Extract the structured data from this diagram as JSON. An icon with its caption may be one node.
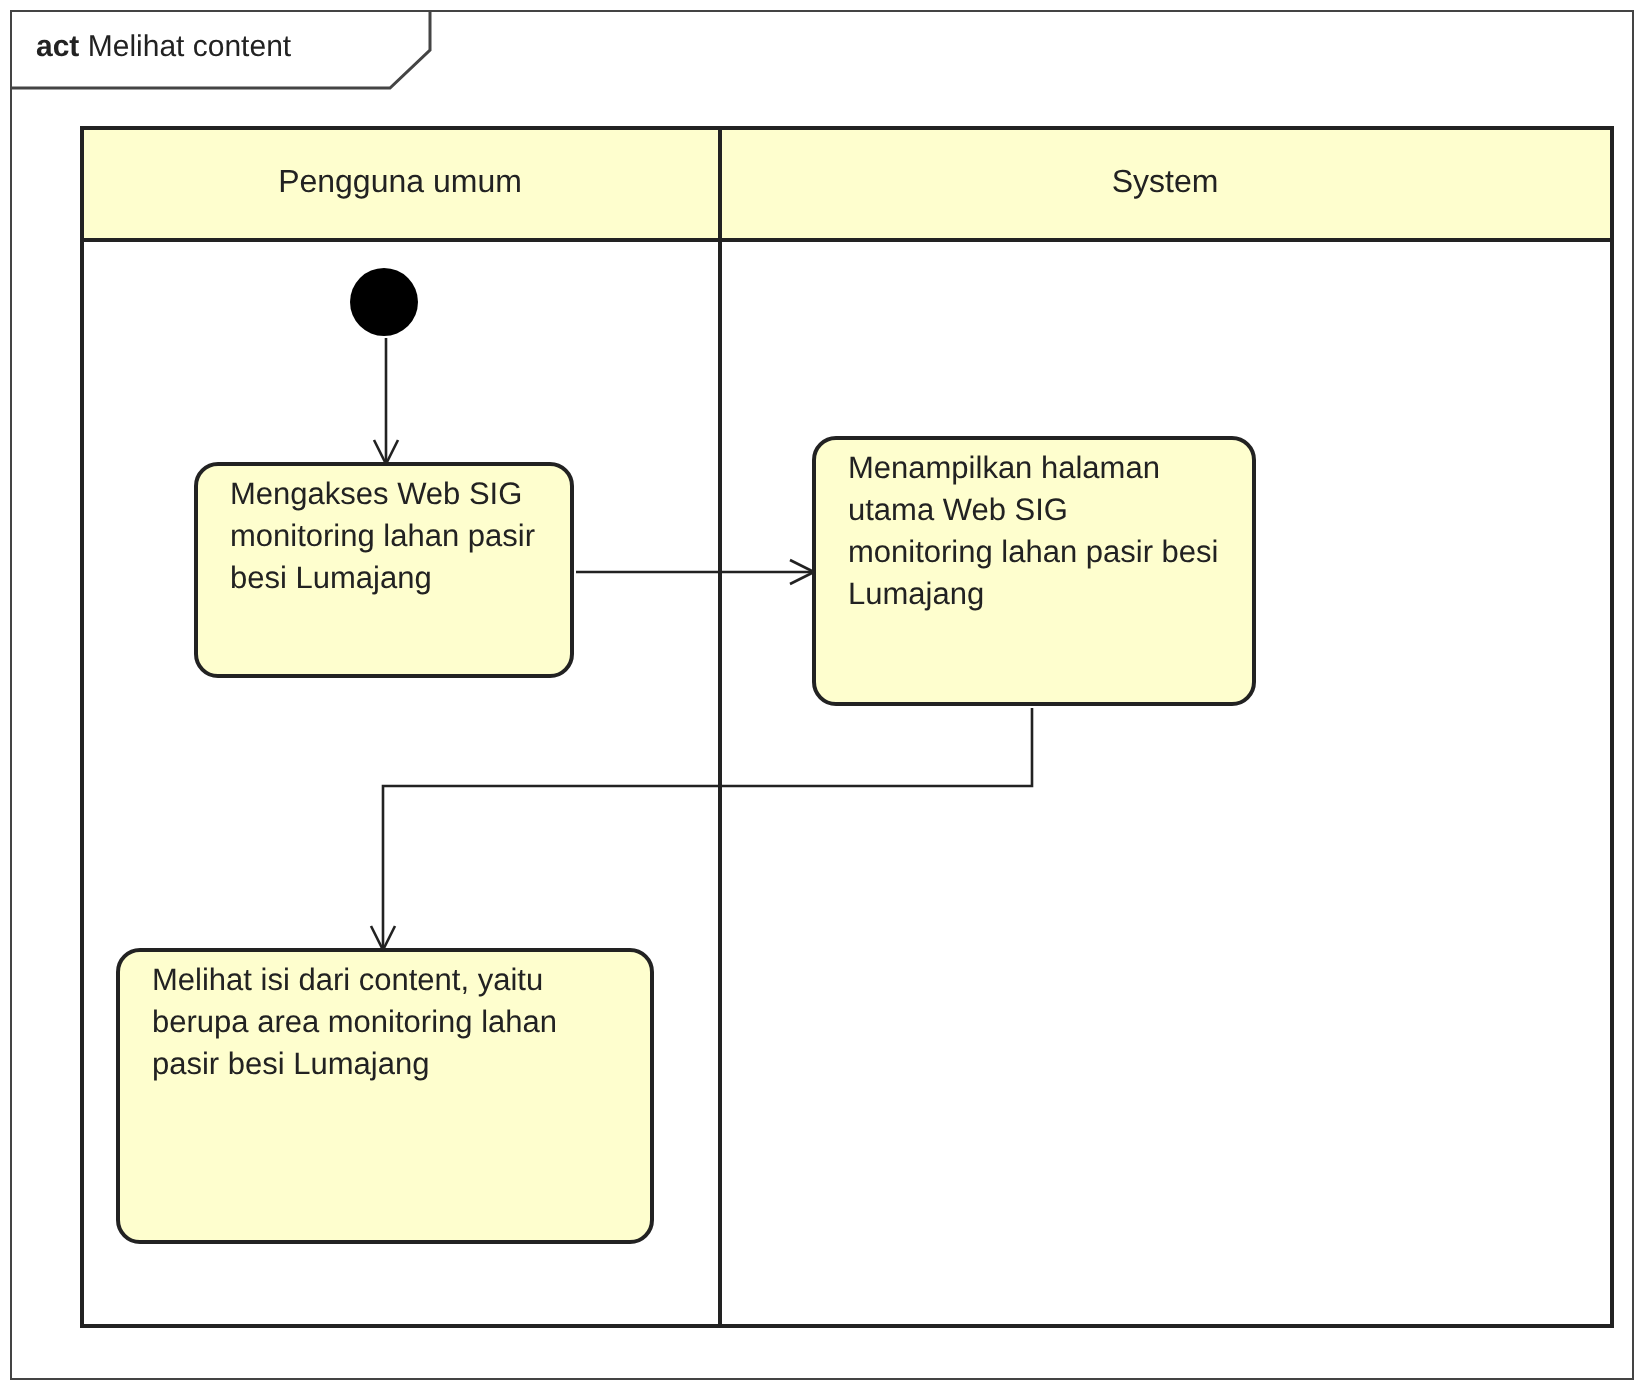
{
  "diagram": {
    "nodes": [
      {
        "text": [
          "**act** Melihat content"
        ]
      },
      {
        "text": [
          "Pengguna umum"
        ],
        "in": 0
      },
      {
        "text": [
          "System"
        ],
        "in": 0
      },
      {
        "text": [],
        "shape": "circle",
        "in": 1
      },
      {
        "text": [
          "Mengakses Web SIG monitoring lahan pasir besi Lumajang"
        ],
        "in": 1
      },
      {
        "text": [
          "Menampilkan halaman utama Web SIG monitoring lahan pasir besi Lumajang"
        ],
        "in": 2
      },
      {
        "text": [
          "Melihat isi dari content, yaitu berupa area monitoring lahan pasir besi Lumajang"
        ],
        "in": 1
      }
    ],
    "edges": [
      {
        "from": 3,
        "to": 4,
        "arrow": "to"
      },
      {
        "from": 4,
        "to": 5,
        "arrow": "to"
      },
      {
        "from": 5,
        "to": 6,
        "arrow": "to"
      }
    ]
  }
}
